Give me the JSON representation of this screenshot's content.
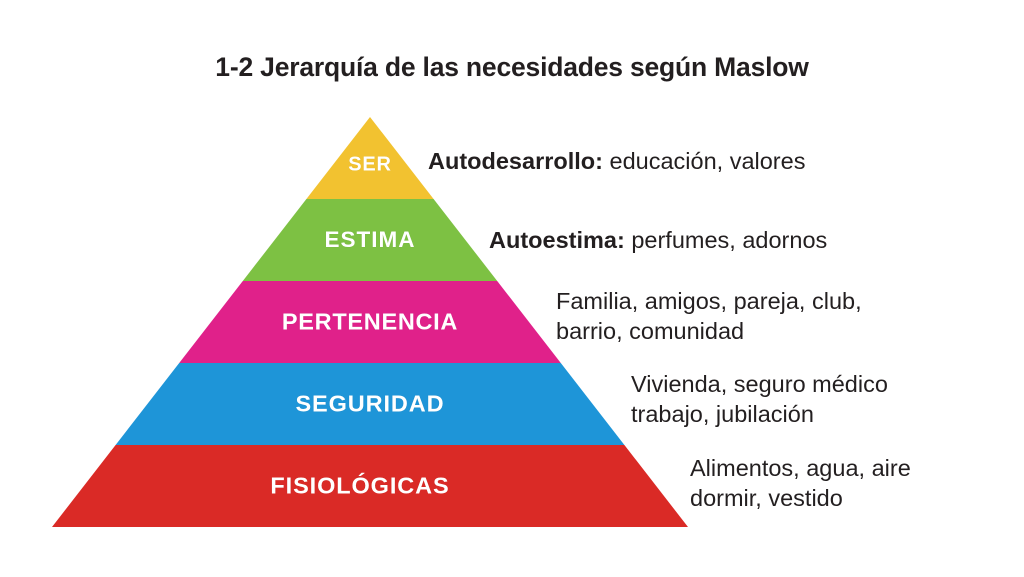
{
  "title": "1-2 Jerarquía de las necesidades según Maslow",
  "chart_data": {
    "type": "pyramid",
    "title": "1-2 Jerarquía de las necesidades según Maslow",
    "orientation": "apex-up",
    "level_count": 5,
    "levels": [
      {
        "rank": 5,
        "label": "SER",
        "color": "#F2C230",
        "lead": "Autodesarrollo:",
        "detail": " educación, valores",
        "detail_lines": [
          "Autodesarrollo: educación, valores"
        ]
      },
      {
        "rank": 4,
        "label": "ESTIMA",
        "color": "#7DC143",
        "lead": "Autoestima:",
        "detail": " perfumes, adornos",
        "detail_lines": [
          "Autoestima: perfumes, adornos"
        ]
      },
      {
        "rank": 3,
        "label": "PERTENENCIA",
        "color": "#E0218A",
        "lead": "",
        "detail": "Familia, amigos, pareja, club,\nbarrio, comunidad",
        "detail_lines": [
          "Familia, amigos, pareja, club,",
          "barrio, comunidad"
        ]
      },
      {
        "rank": 2,
        "label": "SEGURIDAD",
        "color": "#1E95D8",
        "lead": "",
        "detail": "Vivienda, seguro médico\ntrabajo, jubilación",
        "detail_lines": [
          "Vivienda, seguro médico",
          "trabajo, jubilación"
        ]
      },
      {
        "rank": 1,
        "label": "FISIOLÓGICAS",
        "color": "#DA2A26",
        "lead": "",
        "detail": "Alimentos, agua, aire\ndormir, vestido",
        "detail_lines": [
          "Alimentos, agua, aire",
          "dormir, vestido"
        ]
      }
    ],
    "label_text_color": "#FFFFFF",
    "background": "#FFFFFF",
    "text_color": "#231F20"
  }
}
